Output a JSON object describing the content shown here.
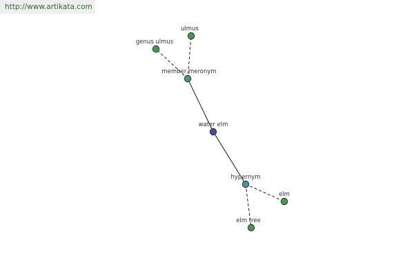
{
  "watermark": {
    "url": "http://www.artikata.com"
  },
  "colors": {
    "root": "#4b4b9b",
    "relation": "#4f9090",
    "leaf": "#4b9650",
    "edge": "#000000",
    "label": "#333333"
  },
  "graph": {
    "nodes": [
      {
        "id": "water-elm",
        "label": "water elm",
        "kind": "root"
      },
      {
        "id": "member-meronym",
        "label": "member meronym",
        "kind": "relation"
      },
      {
        "id": "hypernym",
        "label": "hypernym",
        "kind": "relation"
      },
      {
        "id": "ulmus",
        "label": "ulmus",
        "kind": "leaf"
      },
      {
        "id": "genus-ulmus",
        "label": "genus ulmus",
        "kind": "leaf"
      },
      {
        "id": "elm",
        "label": "elm",
        "kind": "leaf"
      },
      {
        "id": "elm-tree",
        "label": "elm tree",
        "kind": "leaf"
      }
    ],
    "edges": [
      {
        "from": "water-elm",
        "to": "member-meronym",
        "style": "solid"
      },
      {
        "from": "water-elm",
        "to": "hypernym",
        "style": "solid"
      },
      {
        "from": "member-meronym",
        "to": "ulmus",
        "style": "dashed"
      },
      {
        "from": "member-meronym",
        "to": "genus-ulmus",
        "style": "dashed"
      },
      {
        "from": "hypernym",
        "to": "elm",
        "style": "dashed"
      },
      {
        "from": "hypernym",
        "to": "elm-tree",
        "style": "dashed"
      }
    ]
  }
}
